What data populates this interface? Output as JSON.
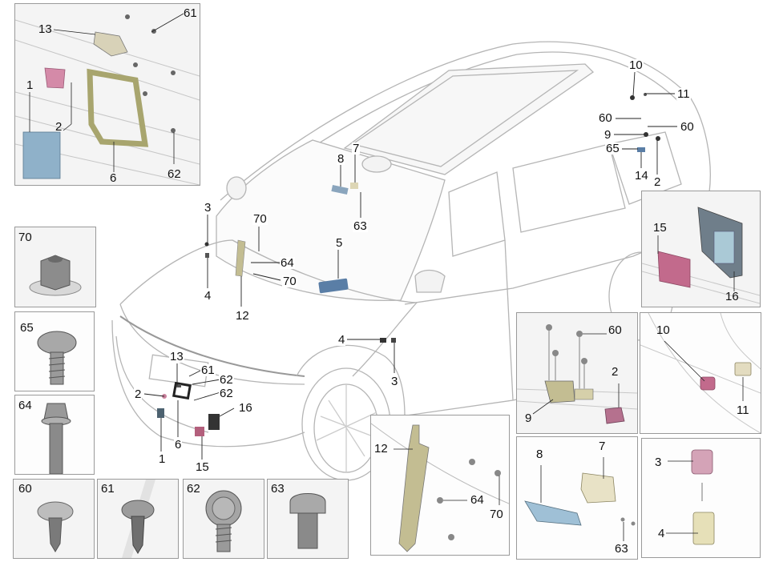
{
  "diagram": {
    "title": "",
    "main_view": {
      "callouts": [
        "10",
        "11",
        "60",
        "60",
        "9",
        "65",
        "14",
        "2",
        "7",
        "8",
        "63",
        "5",
        "3",
        "4",
        "70",
        "64",
        "70",
        "12",
        "4",
        "3",
        "13",
        "61",
        "62",
        "62",
        "2",
        "16",
        "6",
        "1",
        "15"
      ]
    },
    "detail_panels": [
      {
        "id": "front-camera-bracket",
        "callouts": [
          "13",
          "61",
          "1",
          "2",
          "6",
          "62"
        ]
      },
      {
        "id": "radar-module",
        "callouts": [
          "15",
          "16"
        ]
      },
      {
        "id": "rear-bracket",
        "callouts": [
          "60",
          "2",
          "9"
        ]
      },
      {
        "id": "rear-sensor",
        "callouts": [
          "10",
          "11"
        ]
      },
      {
        "id": "roof-sensor",
        "callouts": [
          "8",
          "7",
          "63"
        ]
      },
      {
        "id": "connector",
        "callouts": [
          "3",
          "4"
        ]
      },
      {
        "id": "windshield-bracket",
        "callouts": [
          "12",
          "64",
          "70"
        ]
      }
    ],
    "fasteners": [
      {
        "number": "70",
        "type": "flange-nut"
      },
      {
        "number": "65",
        "type": "torx-flange-screw"
      },
      {
        "number": "64",
        "type": "hex-flange-bolt"
      },
      {
        "number": "60",
        "type": "phillips-pan-screw"
      },
      {
        "number": "61",
        "type": "torx-pan-screw"
      },
      {
        "number": "62",
        "type": "torx-washer-screw"
      },
      {
        "number": "63",
        "type": "torx-cheese-screw"
      }
    ]
  },
  "colors": {
    "outline": "#9a9a9a",
    "car_line": "#b8b8b8",
    "pink_part": "#c9809c",
    "blue_part": "#8fb1c9",
    "olive_part": "#c9c49a",
    "cream_part": "#e8e2c6"
  }
}
